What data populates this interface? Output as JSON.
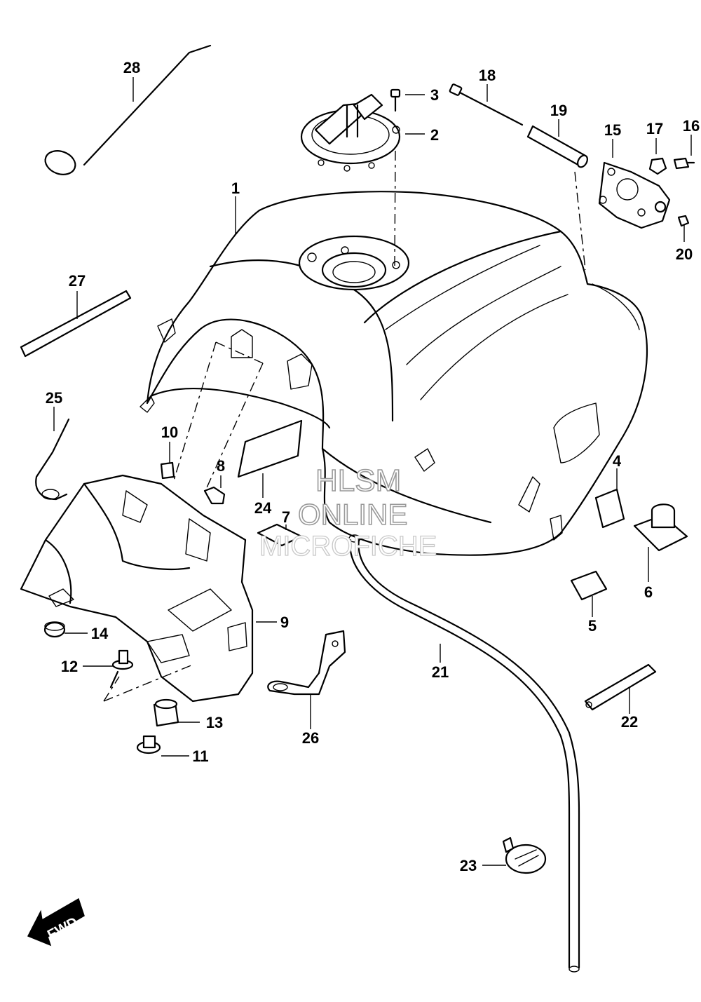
{
  "watermark": {
    "line1": "HLSM",
    "line2": "ONLINE",
    "line3": "MICROFICHE"
  },
  "fwd_label": "FWD",
  "callouts": [
    "1",
    "2",
    "3",
    "4",
    "5",
    "6",
    "7",
    "8",
    "9",
    "10",
    "11",
    "12",
    "13",
    "14",
    "15",
    "16",
    "17",
    "18",
    "19",
    "20",
    "21",
    "22",
    "23",
    "24",
    "25",
    "26",
    "27",
    "28"
  ]
}
